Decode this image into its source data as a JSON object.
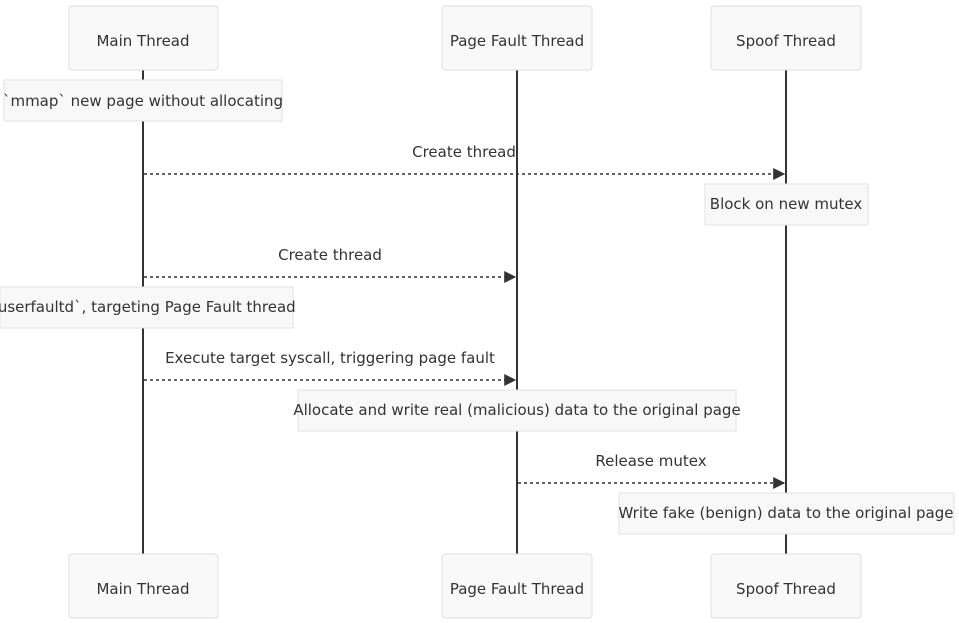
{
  "participants": {
    "main": "Main Thread",
    "pagefault": "Page Fault Thread",
    "spoof": "Spoof Thread"
  },
  "notes": {
    "mmap": "`mmap` new page without allocating",
    "block": "Block on new mutex",
    "userfaultd": "`userfaultd`, targeting Page Fault thread",
    "allocate": "Allocate and write real (malicious) data to the original page",
    "fake": "Write fake (benign) data to the original page"
  },
  "messages": {
    "create_spoof": "Create thread",
    "create_pagefault": "Create thread",
    "syscall": "Execute target syscall, triggering page fault",
    "release": "Release mutex"
  }
}
